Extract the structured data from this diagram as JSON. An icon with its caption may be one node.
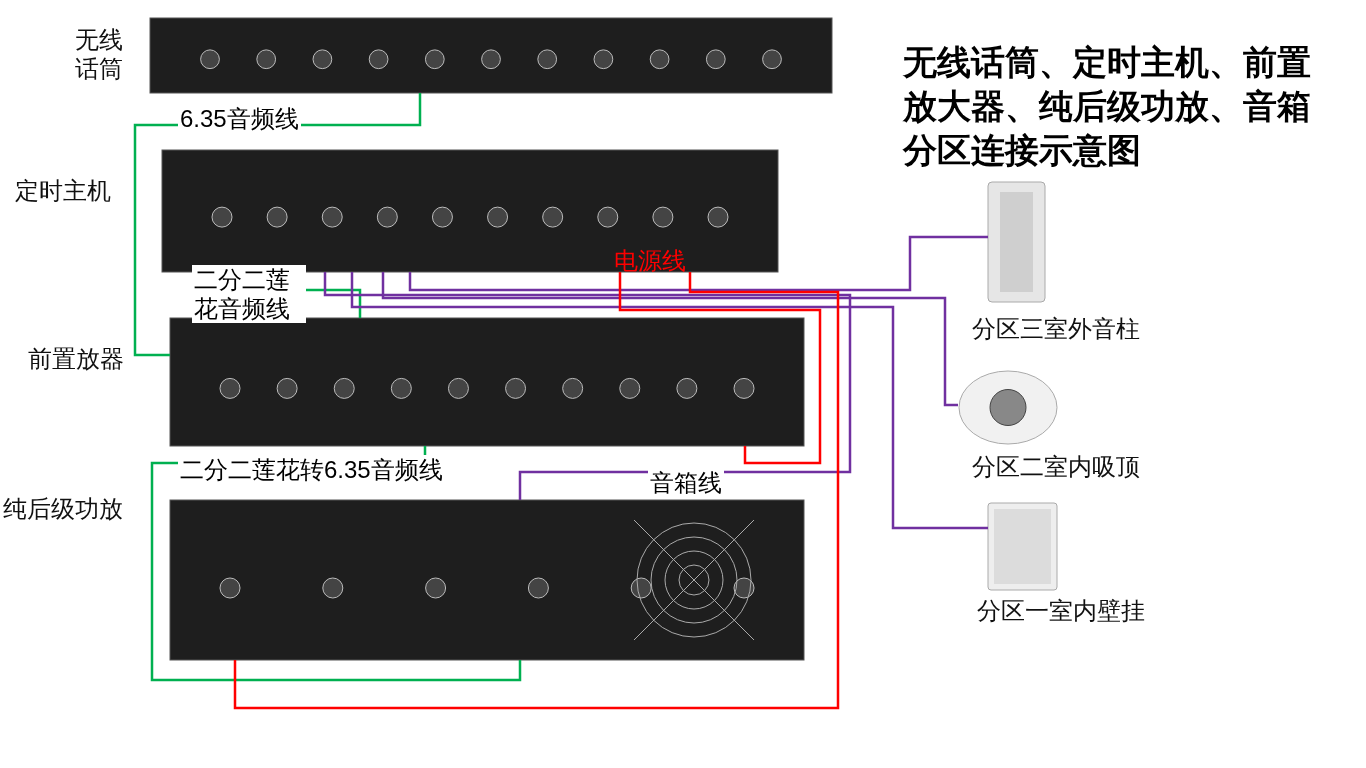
{
  "diagram": {
    "title": "无线话筒、定时主机、前置放大器、纯后级功放、音箱分区连接示意图",
    "nodes": [
      {
        "text": [],
        "shape": "picture",
        "beside": [
          "无线话筒"
        ]
      },
      {
        "text": [],
        "shape": "picture",
        "beside": [
          "定时主机"
        ]
      },
      {
        "text": [],
        "shape": "picture",
        "beside": [
          "前置放器"
        ]
      },
      {
        "text": [],
        "shape": "picture",
        "beside": [
          "纯后级功放"
        ]
      },
      {
        "text": [],
        "shape": "picture",
        "beside": [
          "分区三室外音柱"
        ]
      },
      {
        "text": [],
        "shape": "picture",
        "beside": [
          "分区二室内吸顶"
        ]
      },
      {
        "text": [],
        "shape": "picture",
        "beside": [
          "分区一室内壁挂"
        ]
      }
    ],
    "edges": [
      {
        "from": 0,
        "to": 2,
        "arrow": "none",
        "label": "6.35音频线",
        "color": "#00b050"
      },
      {
        "from": 1,
        "to": 2,
        "arrow": "none",
        "label": "二分二莲花音频线",
        "color": "#00b050"
      },
      {
        "from": 2,
        "to": 3,
        "arrow": "none",
        "label": "二分二莲花转6.35音频线",
        "color": "#00b050"
      },
      {
        "from": 1,
        "to": 3,
        "arrow": "none",
        "label": "音箱线",
        "color": "#7030a0"
      },
      {
        "from": 1,
        "to": 6,
        "arrow": "none",
        "color": "#7030a0"
      },
      {
        "from": 1,
        "to": 5,
        "arrow": "none",
        "color": "#7030a0"
      },
      {
        "from": 1,
        "to": 4,
        "arrow": "none",
        "color": "#7030a0"
      },
      {
        "from": 1,
        "to": 2,
        "arrow": "none",
        "label": "电源线",
        "color": "#ff0000"
      },
      {
        "from": 1,
        "to": 3,
        "arrow": "none",
        "color": "#ff0000"
      }
    ]
  }
}
